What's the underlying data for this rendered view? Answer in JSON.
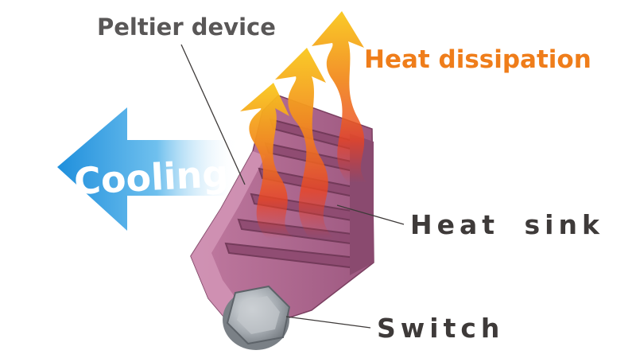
{
  "labels": {
    "peltier_device": "Peltier device",
    "heat_dissipation": "Heat dissipation",
    "heat_sink": "Heat  sink",
    "switch": "Switch",
    "cooling": "Cooling"
  },
  "colors": {
    "cooling_arrow": "#3aa3e3",
    "heat_arrow_top": "#f7c21a",
    "heat_arrow_bottom": "#e83a1e",
    "heat_sink_body": "#b0688f",
    "heat_dissipation_text": "#ef7d1a",
    "label_text": "#3e3a39",
    "switch_metal": "#9aa0a6"
  }
}
